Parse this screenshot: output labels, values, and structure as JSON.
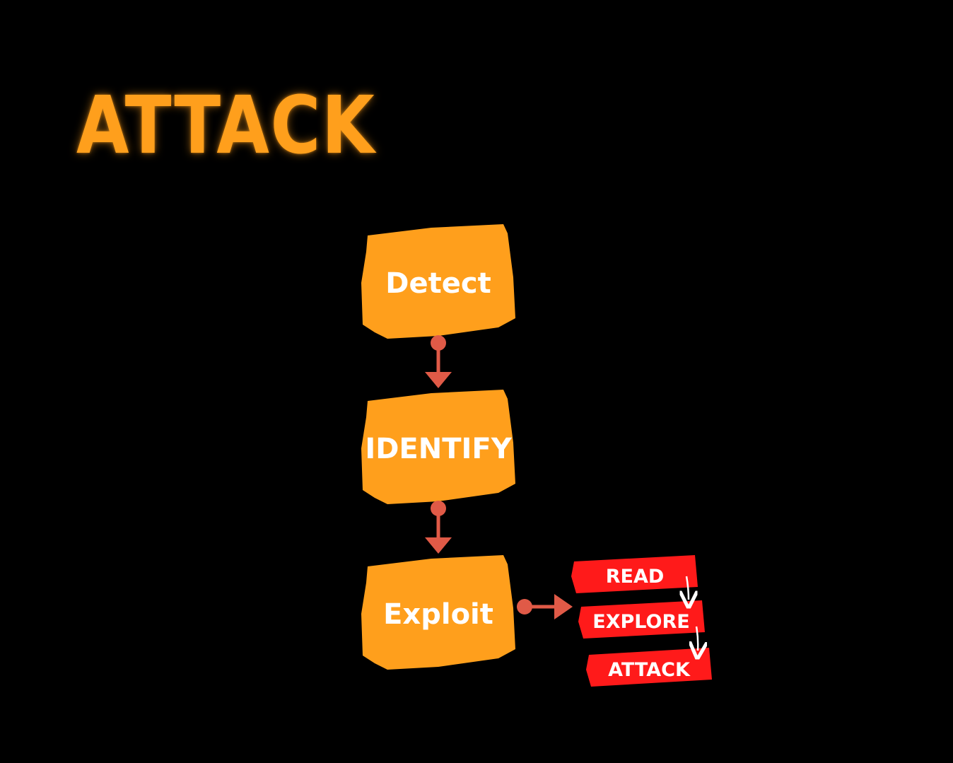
{
  "title": "ATTACK",
  "steps": [
    {
      "label": "Detect"
    },
    {
      "label": "IDENTIFY"
    },
    {
      "label": "Exploit"
    }
  ],
  "substeps": [
    {
      "label": "READ"
    },
    {
      "label": "EXPLORE"
    },
    {
      "label": "ATTACK"
    }
  ],
  "colors": {
    "background": "#000000",
    "step_box": "#FF9F1C",
    "connector": "#E05A47",
    "substep_box": "#FF1A1A",
    "text": "#FFFFFF"
  }
}
